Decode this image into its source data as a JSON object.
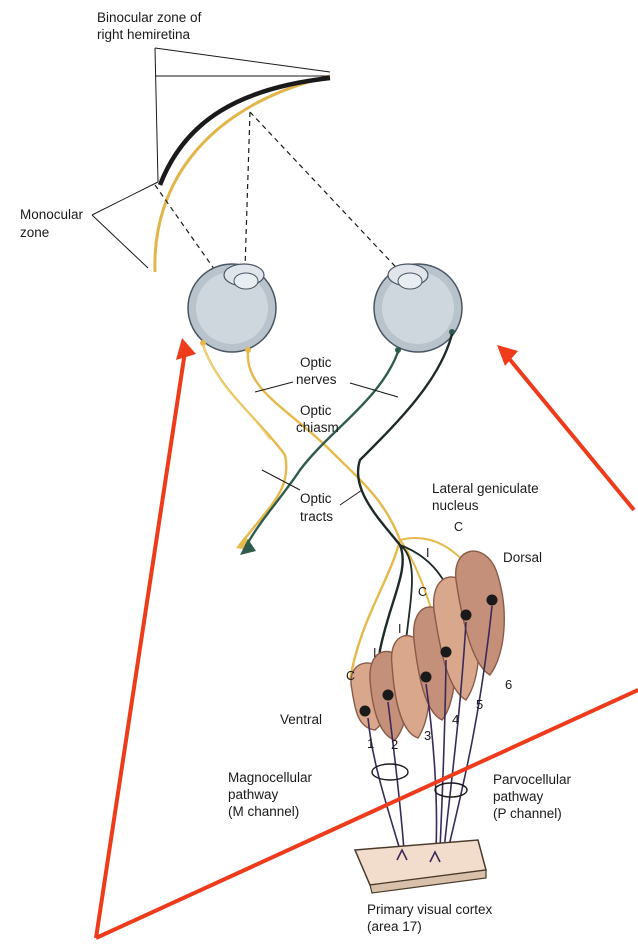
{
  "labels": {
    "binocular_line1": "Binocular zone of",
    "binocular_line2": "right hemiretina",
    "monocular_line1": "Monocular",
    "monocular_line2": "zone",
    "optic_nerves_line1": "Optic",
    "optic_nerves_line2": "nerves",
    "optic_chiasm_line1": "Optic",
    "optic_chiasm_line2": "chiasm",
    "optic_tracts_line1": "Optic",
    "optic_tracts_line2": "tracts",
    "lgn_line1": "Lateral geniculate",
    "lgn_line2": "nucleus",
    "dorsal": "Dorsal",
    "ventral": "Ventral",
    "magno_line1": "Magnocellular",
    "magno_line2": "pathway",
    "magno_line3": "(M channel)",
    "parvo_line1": "Parvocellular",
    "parvo_line2": "pathway",
    "parvo_line3": "(P channel)",
    "cortex_line1": "Primary visual cortex",
    "cortex_line2": "(area 17)"
  },
  "layers": [
    "1",
    "2",
    "3",
    "4",
    "5",
    "6"
  ],
  "layer_marks": {
    "contralateral": "C",
    "ipsilateral": "I"
  },
  "colors": {
    "left_eye_fiber": "#e6b94a",
    "right_eye_fiber": "#2f5a4e",
    "layer_fill": "#d9a88c",
    "layer_edge": "#8a5a48",
    "eye_fill": "#b9c3cc",
    "annotation_red": "#ee3b1c",
    "cortex_fill": "#f2dccb",
    "axon_dark": "#3a2a5a"
  }
}
